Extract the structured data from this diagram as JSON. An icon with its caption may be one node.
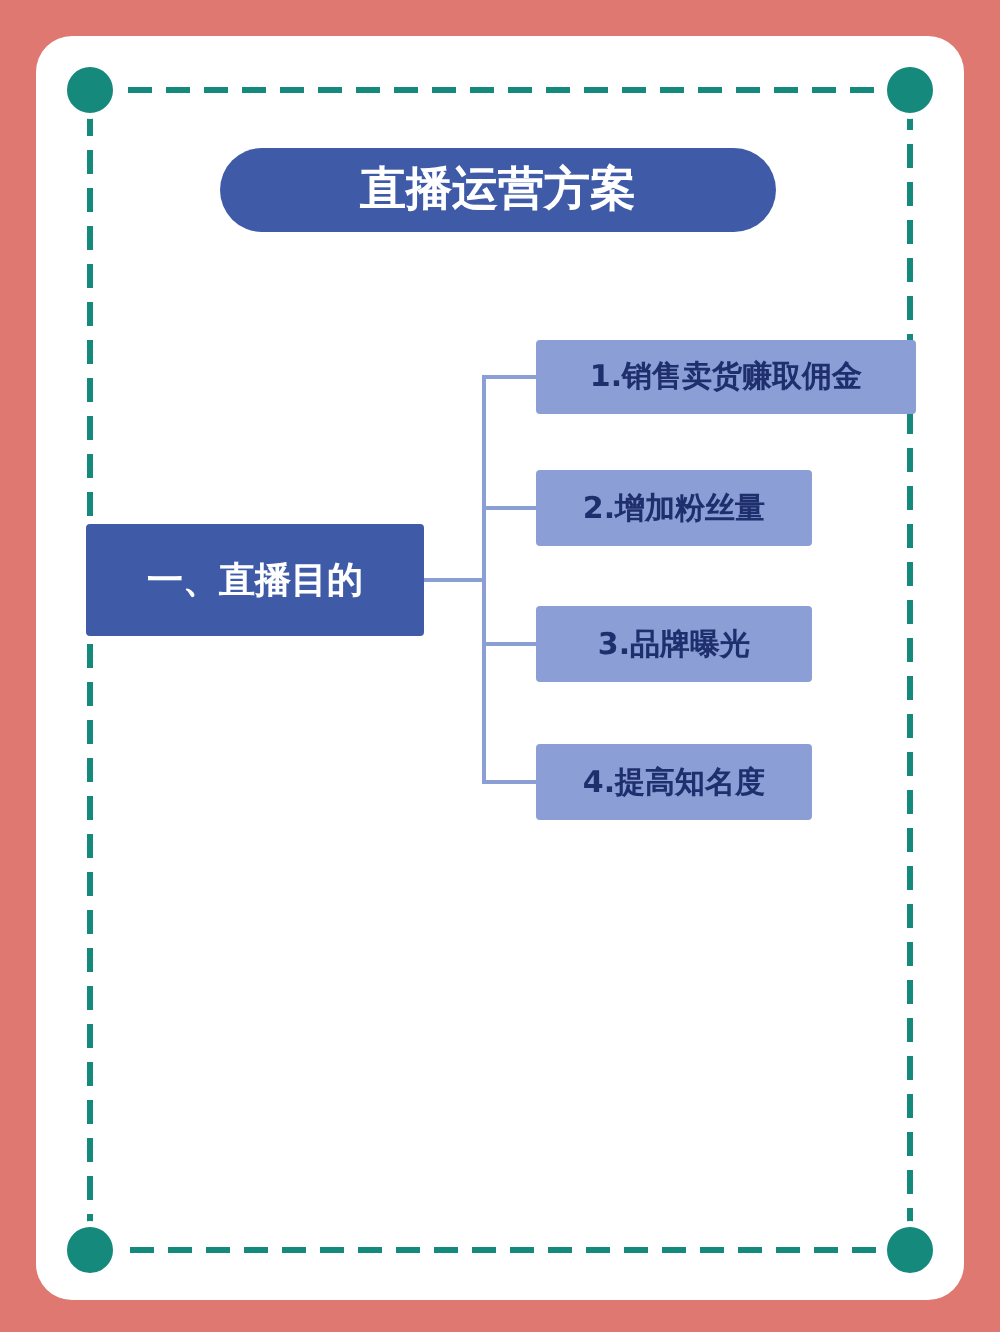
{
  "diagram": {
    "title": "直播运营方案",
    "nodes": [
      {
        "text": [
          "一、直播目的"
        ]
      },
      {
        "text": [
          "1.销售卖货赚取佣金"
        ]
      },
      {
        "text": [
          "2.增加粉丝量"
        ]
      },
      {
        "text": [
          "3.品牌曝光"
        ]
      },
      {
        "text": [
          "4.提高知名度"
        ]
      }
    ],
    "edges": [
      {
        "from": 0,
        "to": 1,
        "arrow": "none"
      },
      {
        "from": 0,
        "to": 2,
        "arrow": "none"
      },
      {
        "from": 0,
        "to": 3,
        "arrow": "none"
      },
      {
        "from": 0,
        "to": 4,
        "arrow": "none"
      }
    ]
  }
}
